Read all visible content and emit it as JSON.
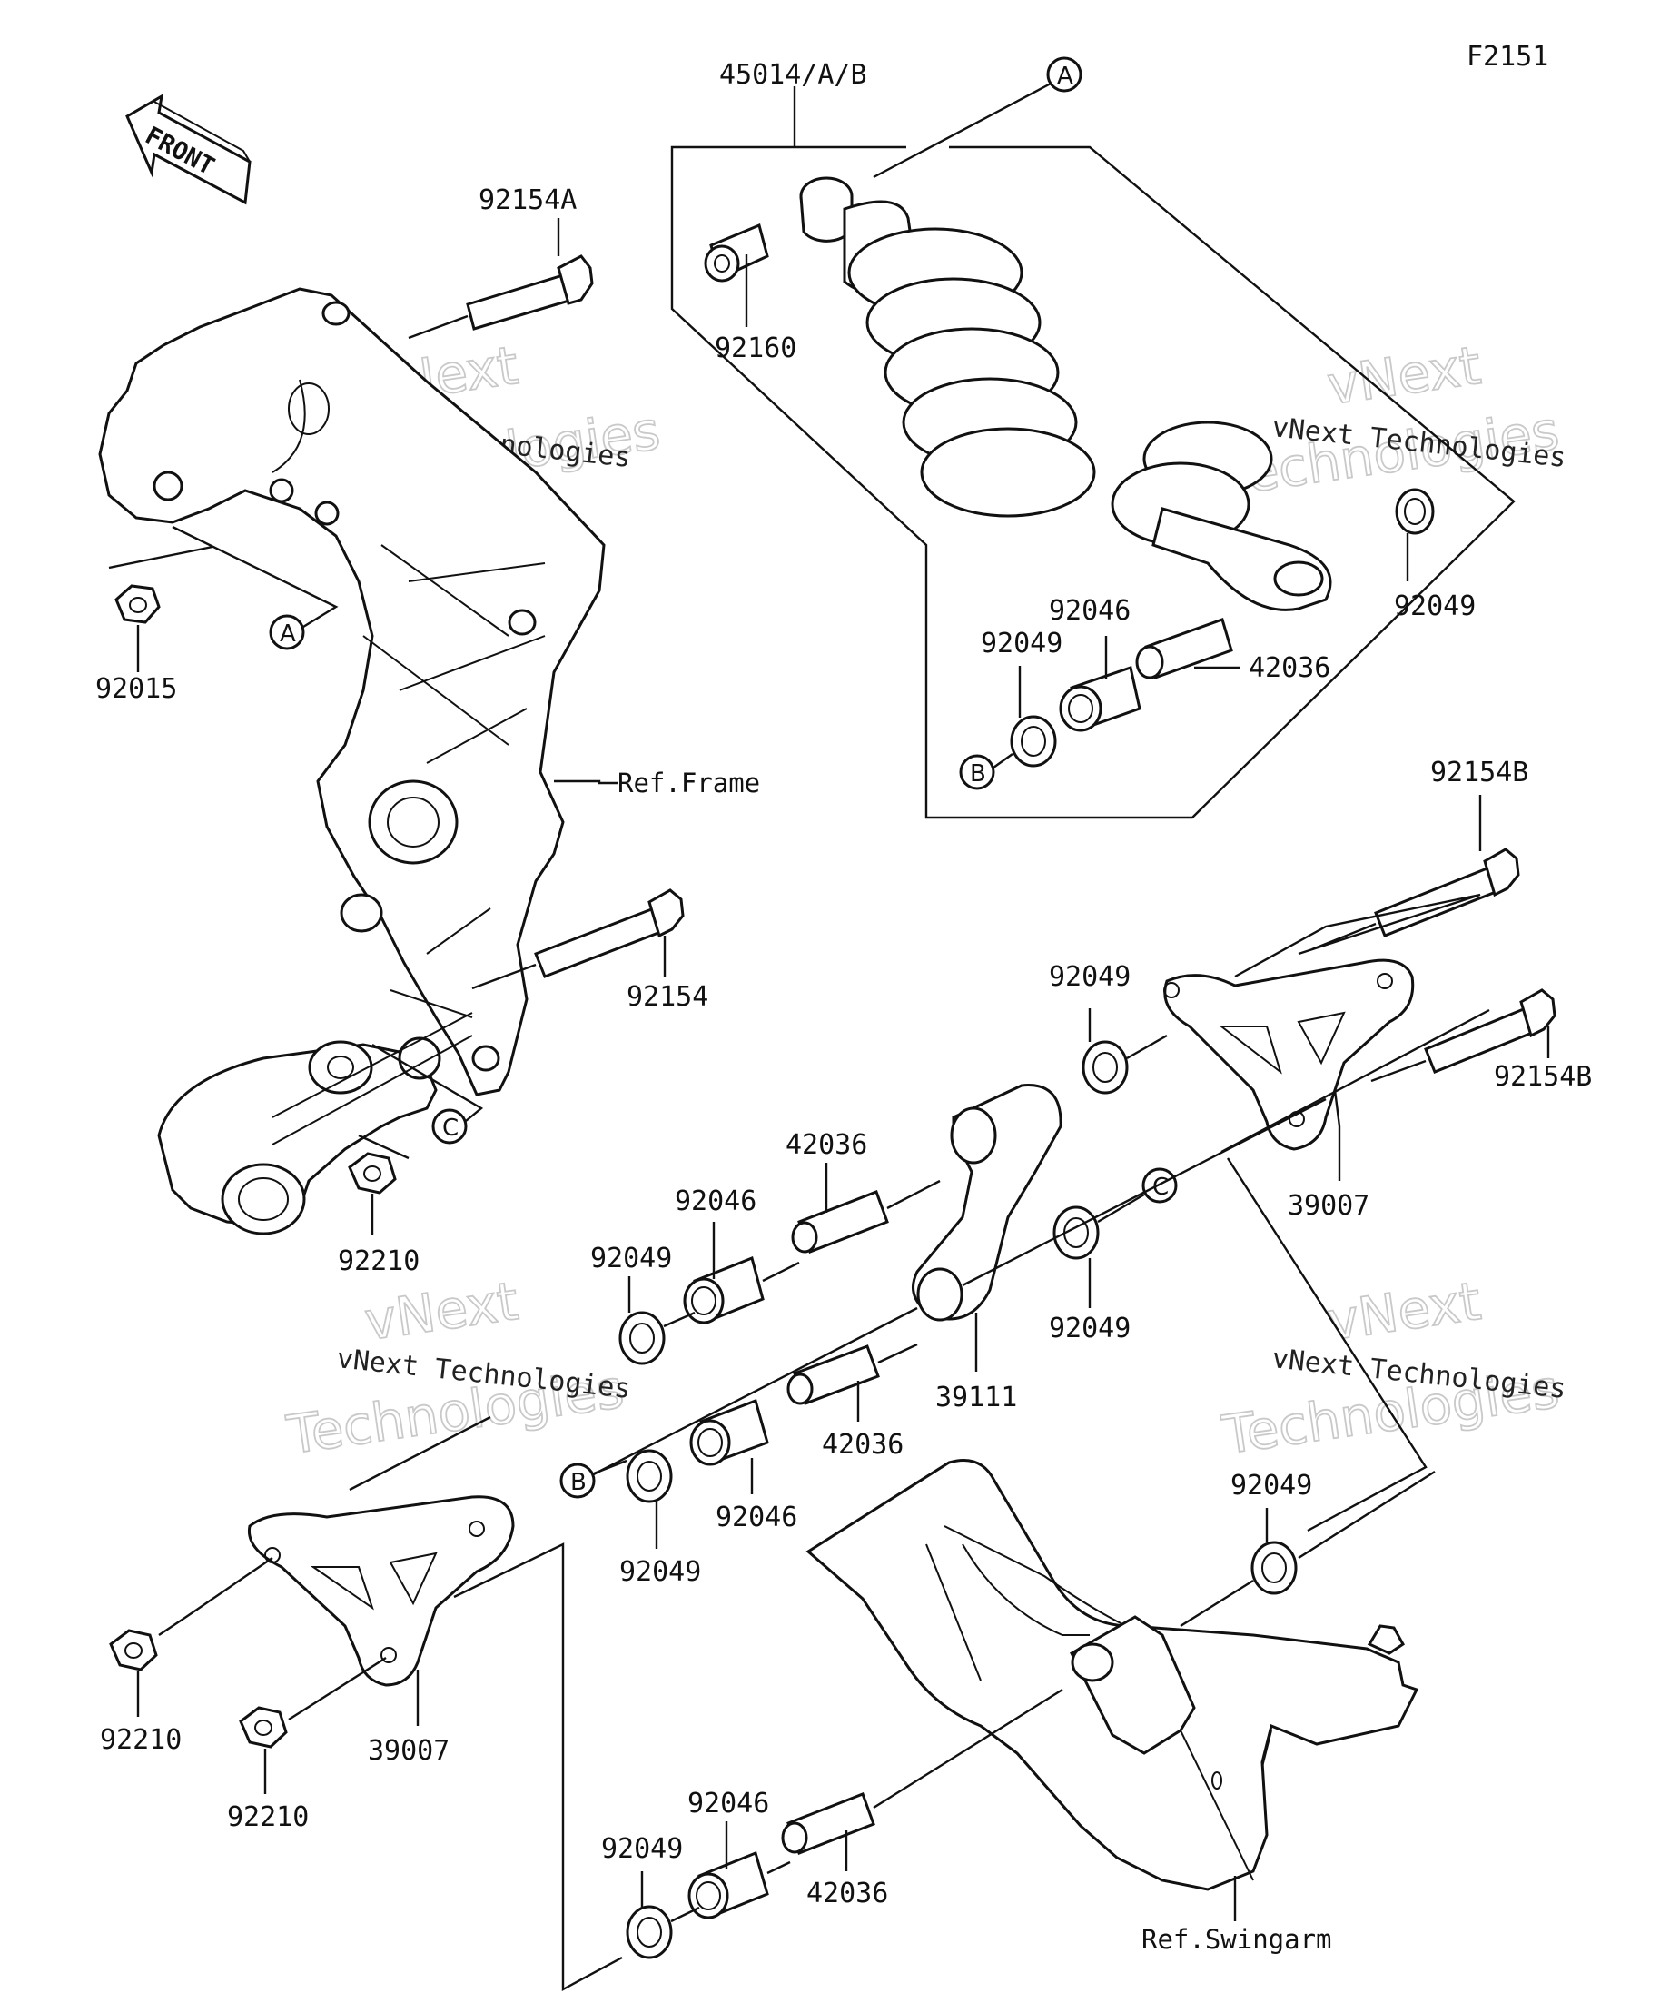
{
  "diagram": {
    "code": "F2151",
    "front_label": "FRONT",
    "callouts": [
      "A",
      "B",
      "C"
    ],
    "references": {
      "frame": "Ref.Frame",
      "swingarm": "Ref.Swingarm"
    },
    "watermark": {
      "line1": "vNext Technologies",
      "line2": "Technologies",
      "line3": "vNext"
    },
    "parts": [
      {
        "key": "p45014",
        "number": "45014/A/B"
      },
      {
        "key": "p92154A",
        "number": "92154A"
      },
      {
        "key": "p92160",
        "number": "92160"
      },
      {
        "key": "p92015",
        "number": "92015"
      },
      {
        "key": "p92049_shock_top",
        "number": "92049"
      },
      {
        "key": "p92046_shock",
        "number": "92046"
      },
      {
        "key": "p92049_shock_b",
        "number": "92049"
      },
      {
        "key": "p42036_shock",
        "number": "42036"
      },
      {
        "key": "p92154B_top",
        "number": "92154B"
      },
      {
        "key": "p92154",
        "number": "92154"
      },
      {
        "key": "p92049_right_top",
        "number": "92049"
      },
      {
        "key": "p92154B_right",
        "number": "92154B"
      },
      {
        "key": "p39007_right",
        "number": "39007"
      },
      {
        "key": "p92210_frame",
        "number": "92210"
      },
      {
        "key": "p42036_mid_top",
        "number": "42036"
      },
      {
        "key": "p92046_mid_top",
        "number": "92046"
      },
      {
        "key": "p92049_mid_top",
        "number": "92049"
      },
      {
        "key": "p92049_mid_right",
        "number": "92049"
      },
      {
        "key": "p39111",
        "number": "39111"
      },
      {
        "key": "p42036_mid_bottom",
        "number": "42036"
      },
      {
        "key": "p92046_mid_bottom",
        "number": "92046"
      },
      {
        "key": "p92049_mid_bottom",
        "number": "92049"
      },
      {
        "key": "p92049_swingarm",
        "number": "92049"
      },
      {
        "key": "p92210_left",
        "number": "92210"
      },
      {
        "key": "p39007_left",
        "number": "39007"
      },
      {
        "key": "p92210_left_bottom",
        "number": "92210"
      },
      {
        "key": "p92046_bottom",
        "number": "92046"
      },
      {
        "key": "p92049_bottom",
        "number": "92049"
      },
      {
        "key": "p42036_bottom",
        "number": "42036"
      }
    ]
  }
}
